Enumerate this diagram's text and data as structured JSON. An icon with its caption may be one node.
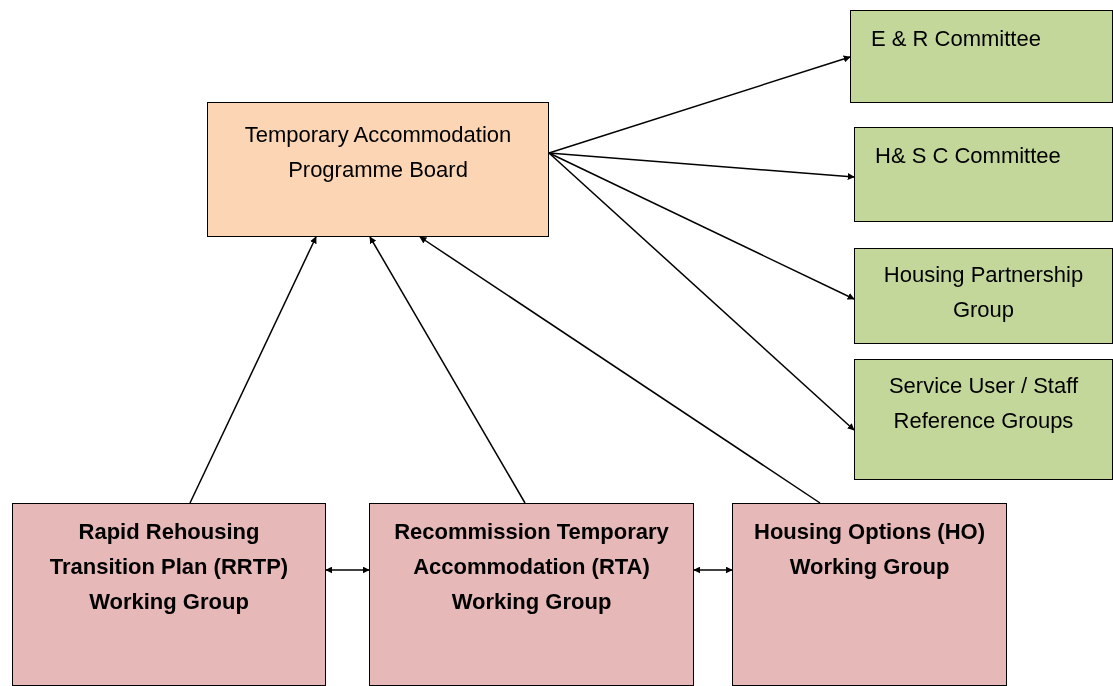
{
  "diagram": {
    "nodes": [
      {
        "text": [
          "Temporary Accommodation Programme Board"
        ]
      },
      {
        "text": [
          "E & R Committee"
        ]
      },
      {
        "text": [
          "H& S C Committee"
        ]
      },
      {
        "text": [
          "Housing Partnership Group"
        ]
      },
      {
        "text": [
          "Service User / Staff Reference Groups"
        ]
      },
      {
        "text": [
          "Rapid Rehousing Transition Plan (RRTP) Working Group"
        ]
      },
      {
        "text": [
          "Recommission Temporary Accommodation (RTA) Working Group"
        ]
      },
      {
        "text": [
          "Housing Options (HO) Working Group"
        ]
      }
    ],
    "edges": [
      {
        "from": 0,
        "to": 1,
        "arrow": "to"
      },
      {
        "from": 0,
        "to": 2,
        "arrow": "to"
      },
      {
        "from": 0,
        "to": 3,
        "arrow": "to"
      },
      {
        "from": 0,
        "to": 4,
        "arrow": "to"
      },
      {
        "from": 5,
        "to": 0,
        "arrow": "to"
      },
      {
        "from": 6,
        "to": 0,
        "arrow": "to"
      },
      {
        "from": 7,
        "to": 0,
        "arrow": "to"
      },
      {
        "from": 5,
        "to": 6,
        "arrow": "both"
      },
      {
        "from": 6,
        "to": 7,
        "arrow": "both"
      }
    ]
  }
}
